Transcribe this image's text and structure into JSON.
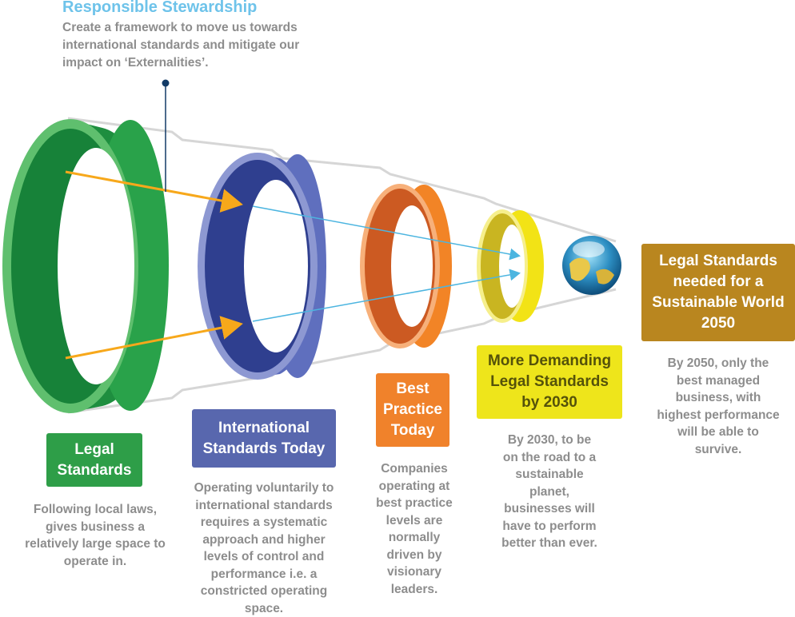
{
  "header": {
    "title": "Responsible Stewardship",
    "description": "Create a framework to move us towards international standards and mitigate our impact on ‘Externalities’."
  },
  "stages": [
    {
      "id": "legal",
      "title": "Legal Standards",
      "description": "Following local laws, gives business a relatively large space to operate in.",
      "color": "#2e9e48"
    },
    {
      "id": "international",
      "title": "International Standards Today",
      "description": "Operating voluntarily to international standards requires a systematic approach and higher levels of control and performance i.e. a constricted operating space.",
      "color": "#5867ae"
    },
    {
      "id": "best-practice",
      "title": "Best Practice Today",
      "description": "Companies operating at best practice levels are normally driven by visionary leaders.",
      "color": "#f0822b"
    },
    {
      "id": "2030",
      "title": "More Demanding Legal Standards by 2030",
      "description": "By 2030, to be on the road to a sustainable planet, businesses will have to perform better than ever.",
      "color": "#eee51b"
    },
    {
      "id": "2050",
      "title": "Legal Standards needed for a Sustainable World 2050",
      "description": "By 2050, only the best managed business, with highest performance will be able to survive.",
      "color": "#b9861f"
    }
  ],
  "icons": [
    "globe-icon",
    "leader-dot-icon"
  ]
}
